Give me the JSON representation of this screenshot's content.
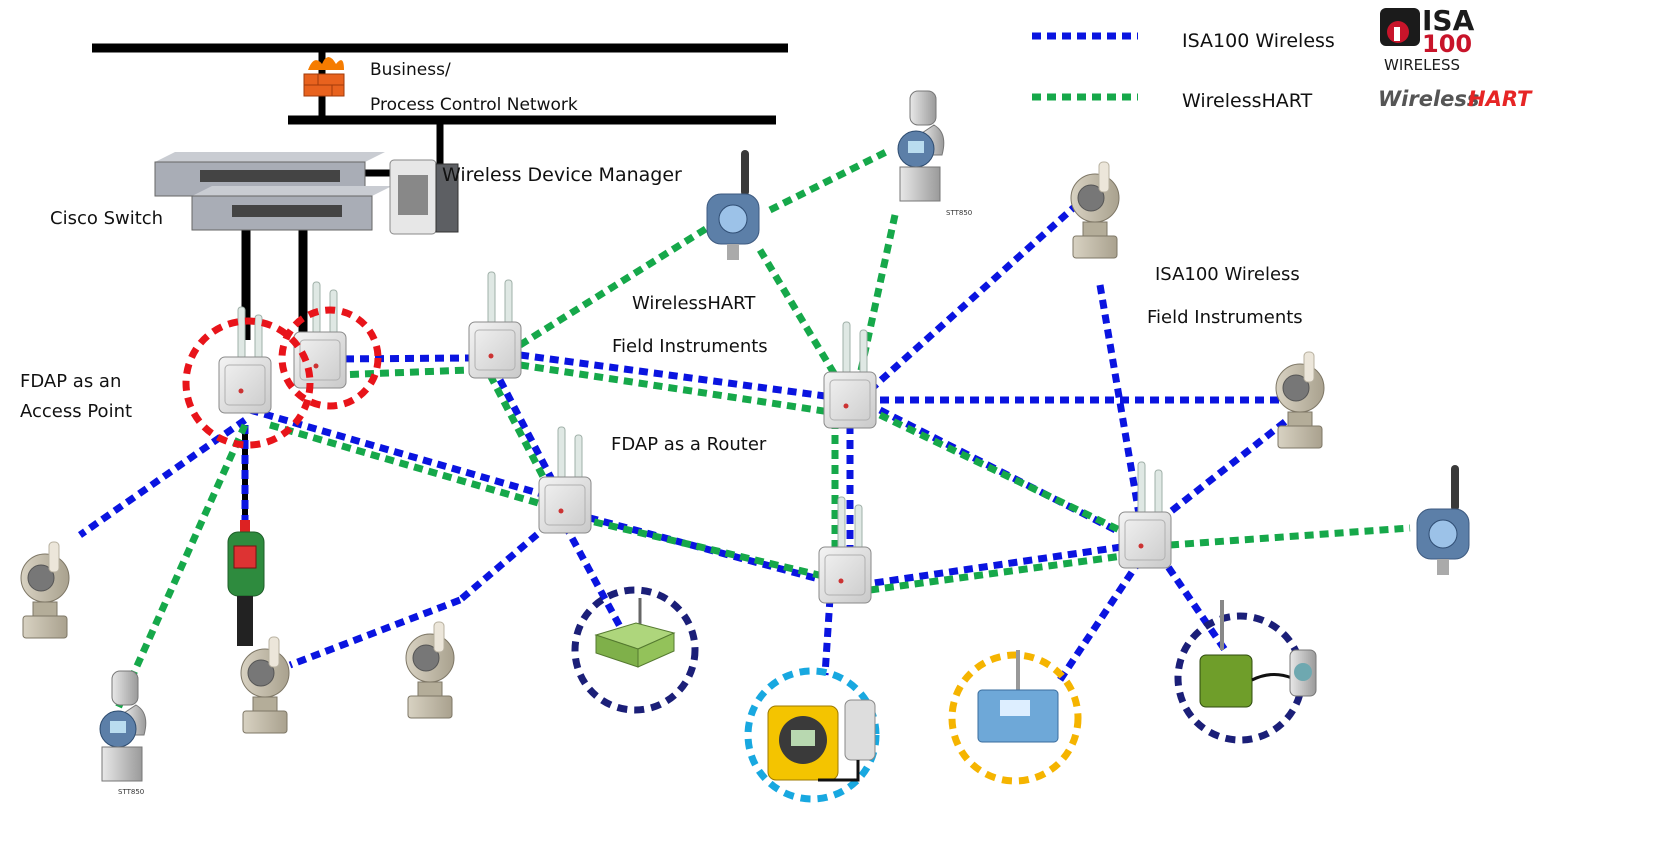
{
  "labels": {
    "network_line1": "Business/",
    "network_line2": "Process Control Network",
    "wdm": "Wireless Device Manager",
    "switch": "Cisco Switch",
    "fdap_ap_line1": "FDAP as an",
    "fdap_ap_line2": "Access Point",
    "whart_fi_line1": "WirelessHART",
    "whart_fi_line2": "Field Instruments",
    "isa_fi_line1": "ISA100 Wireless",
    "isa_fi_line2": "Field Instruments",
    "fdap_router": "FDAP as a Router",
    "stt850_a": "STT850",
    "stt850_b": "STT850"
  },
  "legend": [
    {
      "label": "ISA100 Wireless",
      "color": "#0a14e0"
    },
    {
      "label": "WirelessHART",
      "color": "#16a84a"
    }
  ],
  "logos": {
    "isa_top": "ISA",
    "isa_num": "100",
    "isa_sub": "WIRELESS",
    "whart_a": "Wireless",
    "whart_b": "HART"
  },
  "colors": {
    "isa": "#0a14e0",
    "hart": "#16a84a",
    "wired": "#000000",
    "ring_red": "#e8141a",
    "ring_navy": "#1b1f78",
    "ring_cyan": "#18a8e0",
    "ring_amber": "#f5b400"
  }
}
